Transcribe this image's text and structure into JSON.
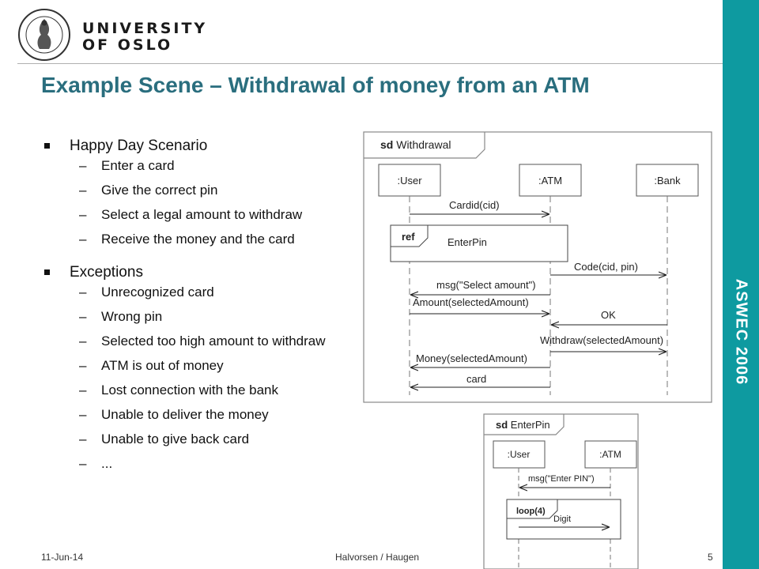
{
  "header": {
    "university_line1": "UNIVERSITY",
    "university_line2": "OF OSLO",
    "logo_icon": "university-seal-icon"
  },
  "slide": {
    "title": "Example Scene – Withdrawal of money from an ATM"
  },
  "content": {
    "section1": {
      "heading": "Happy Day Scenario",
      "items": [
        "Enter a card",
        "Give the correct pin",
        "Select a legal amount to withdraw",
        "Receive the money and the card"
      ]
    },
    "section2": {
      "heading": "Exceptions",
      "items": [
        "Unrecognized card",
        "Wrong pin",
        "Selected too high amount to withdraw",
        "ATM is out of money",
        "Lost connection with the bank",
        "Unable to deliver the money",
        "Unable to give back card",
        "..."
      ]
    }
  },
  "diagram1": {
    "frame_keyword": "sd",
    "frame_name": "Withdrawal",
    "lifelines": [
      ":User",
      ":ATM",
      ":Bank"
    ],
    "ref_keyword": "ref",
    "ref_name": "EnterPin",
    "messages": [
      "Cardid(cid)",
      "Code(cid, pin)",
      "msg(\"Select amount\")",
      "Amount(selectedAmount)",
      "OK",
      "Withdraw(selectedAmount)",
      "Money(selectedAmount)",
      "card"
    ]
  },
  "diagram2": {
    "frame_keyword": "sd",
    "frame_name": "EnterPin",
    "lifelines": [
      ":User",
      ":ATM"
    ],
    "messages": [
      "msg(\"Enter PIN\")",
      "Digit"
    ],
    "loop_label": "loop(4)"
  },
  "sidebar": {
    "text": "ASWEC 2006"
  },
  "footer": {
    "date": "11-Jun-14",
    "authors": "Halvorsen / Haugen",
    "page_number": "5"
  },
  "colors": {
    "title": "#2a6e7e",
    "sidebar": "#0e9aa0"
  }
}
